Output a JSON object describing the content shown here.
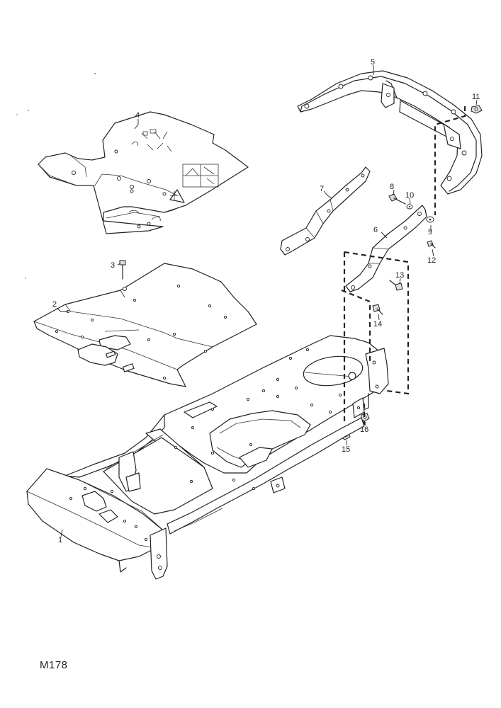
{
  "diagram": {
    "code": "M178",
    "callouts": [
      "1",
      "2",
      "3",
      "4",
      "5",
      "6",
      "7",
      "8",
      "9",
      "10",
      "11",
      "12",
      "13",
      "14",
      "15",
      "16"
    ]
  }
}
